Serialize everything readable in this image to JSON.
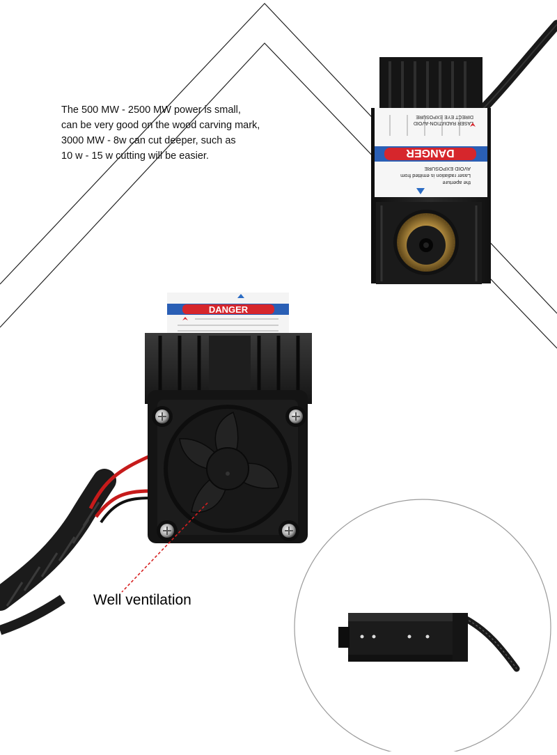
{
  "description_lines": [
    "The 500 MW - 2500 MW power is small,",
    "can be very good on the wood carving mark,",
    "3000 MW - 8w can cut deeper, such as",
    "10 w - 15 w cutting will be easier."
  ],
  "ventilation_caption": "Well ventilation",
  "label": {
    "danger": "DANGER",
    "line1": "AVOID EXPOSURE",
    "line2": "Laser radiation is emitted from",
    "line3": "the aperture",
    "line4": "LASER RADIATION-AVOID",
    "line5": "DIRECT EYE EXPOSURE"
  },
  "colors": {
    "module_body": "#1c1c1c",
    "danger_red": "#d6262c",
    "label_blue": "#2a5fb5",
    "cable_red": "#c61b1b",
    "lens_brass": "#b08a3e",
    "arrow_blue": "#2b6cc4"
  }
}
